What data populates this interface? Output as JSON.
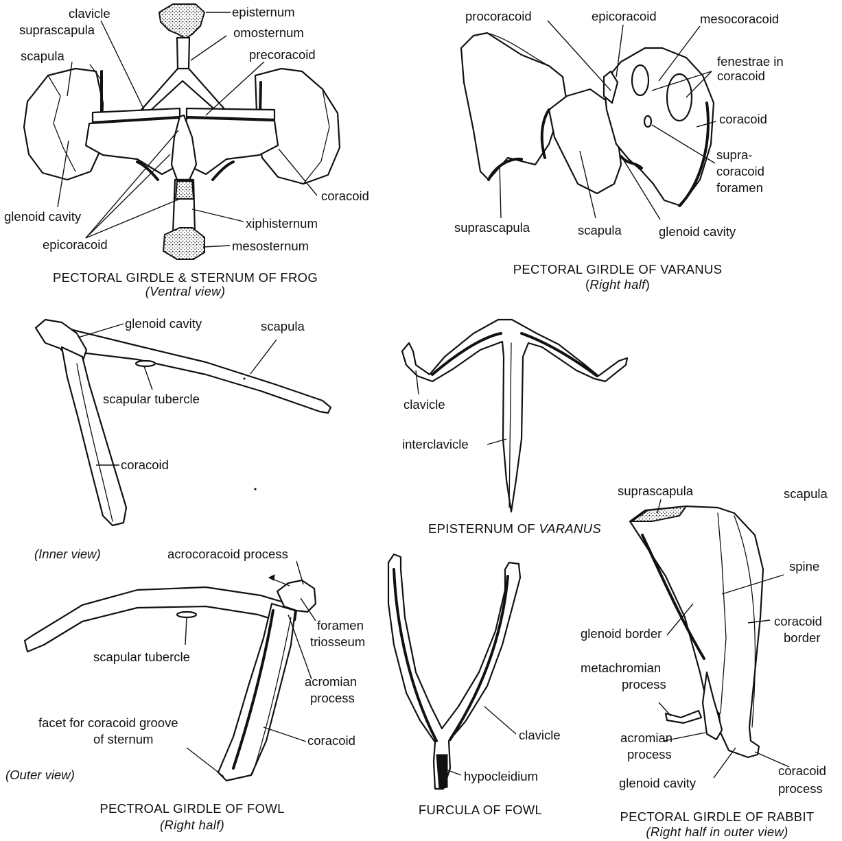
{
  "frog": {
    "caption": "PECTORAL GIRDLE & STERNUM OF FROG",
    "subcaption": "(Ventral view)",
    "labels": {
      "clavicle": "clavicle",
      "episternum": "episternum",
      "suprascapula": "suprascapula",
      "omosternum": "omosternum",
      "scapula": "scapula",
      "precoracoid": "precoracoid",
      "coracoid": "coracoid",
      "glenoid_cavity": "glenoid cavity",
      "xiphisternum": "xiphisternum",
      "epicoracoid": "epicoracoid",
      "mesosternum": "mesosternum"
    }
  },
  "varanus_girdle": {
    "caption": "PECTORAL GIRDLE OF VARANUS",
    "subcaption_open": "(",
    "subcaption_it": "Right half",
    "subcaption_close": ")",
    "labels": {
      "procoracoid": "procoracoid",
      "epicoracoid": "epicoracoid",
      "mesocoracoid": "mesocoracoid",
      "fenestrae_1": "fenestrae in",
      "fenestrae_2": "coracoid",
      "coracoid": "coracoid",
      "supra_1": "supra-",
      "supra_2": "coracoid",
      "supra_3": "foramen",
      "suprascapula": "suprascapula",
      "scapula": "scapula",
      "glenoid_cavity": "glenoid cavity"
    }
  },
  "fowl_inner": {
    "view": "(Inner view)",
    "labels": {
      "glenoid_cavity": "glenoid cavity",
      "scapula": "scapula",
      "scapular_tubercle": "scapular tubercle",
      "coracoid": "coracoid"
    }
  },
  "episternum_varanus": {
    "caption_prefix": "EPISTERNUM OF ",
    "caption_italic": "VARANUS",
    "labels": {
      "clavicle": "clavicle",
      "interclavicle": "interclavicle"
    }
  },
  "fowl_outer": {
    "view": "(Outer view)",
    "caption": "PECTROAL GIRDLE OF FOWL",
    "subcaption": "(Right half)",
    "labels": {
      "acrocoracoid": "acrocoracoid process",
      "foramen_1": "foramen",
      "foramen_2": "triosseum",
      "scapular_tubercle": "scapular tubercle",
      "acromian_1": "acromian",
      "acromian_2": "process",
      "facet_1": "facet for coracoid groove",
      "facet_2": "of sternum",
      "coracoid": "coracoid"
    }
  },
  "furcula": {
    "caption": "FURCULA OF FOWL",
    "labels": {
      "clavicle": "clavicle",
      "hypocleidium": "hypocleidium"
    }
  },
  "rabbit": {
    "caption": "PECTORAL GIRDLE OF RABBIT",
    "subcaption": "(Right half in outer view)",
    "labels": {
      "suprascapula": "suprascapula",
      "scapula": "scapula",
      "spine": "spine",
      "glenoid_border": "glenoid border",
      "coracoid_border_1": "coracoid",
      "coracoid_border_2": "border",
      "metachromian_1": "metachromian",
      "metachromian_2": "process",
      "acromian_1": "acromian",
      "acromian_2": "process",
      "glenoid_cavity": "glenoid cavity",
      "coracoid_process_1": "coracoid",
      "coracoid_process_2": "process"
    }
  }
}
